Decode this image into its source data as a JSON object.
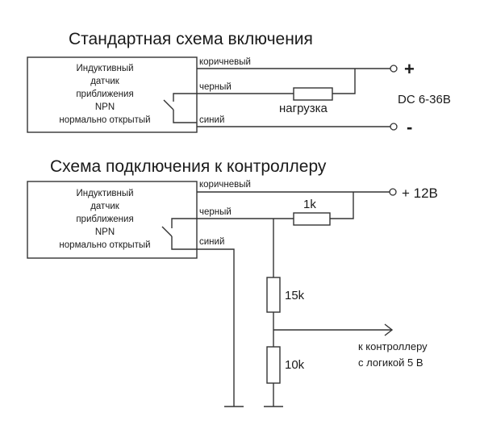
{
  "diagram1": {
    "title": "Стандартная схема включения",
    "sensor_lines": [
      "Индуктивный",
      "датчик",
      "приближения",
      "NPN",
      "нормально открытый"
    ],
    "wires": {
      "brown": "коричневый",
      "black": "черный",
      "blue": "синий"
    },
    "load_label": "нагрузка",
    "plus": "+",
    "minus": "-",
    "supply": "DC 6-36В"
  },
  "diagram2": {
    "title": "Схема подключения к контроллеру",
    "sensor_lines": [
      "Индуктивный",
      "датчик",
      "приближения",
      "NPN",
      "нормально открытый"
    ],
    "wires": {
      "brown": "коричневый",
      "black": "черный",
      "blue": "синий"
    },
    "plus_supply": "+ 12В",
    "r1": "1k",
    "r2": "15k",
    "r3": "10k",
    "output_lines": [
      "к контроллеру",
      "с логикой 5 В"
    ]
  }
}
